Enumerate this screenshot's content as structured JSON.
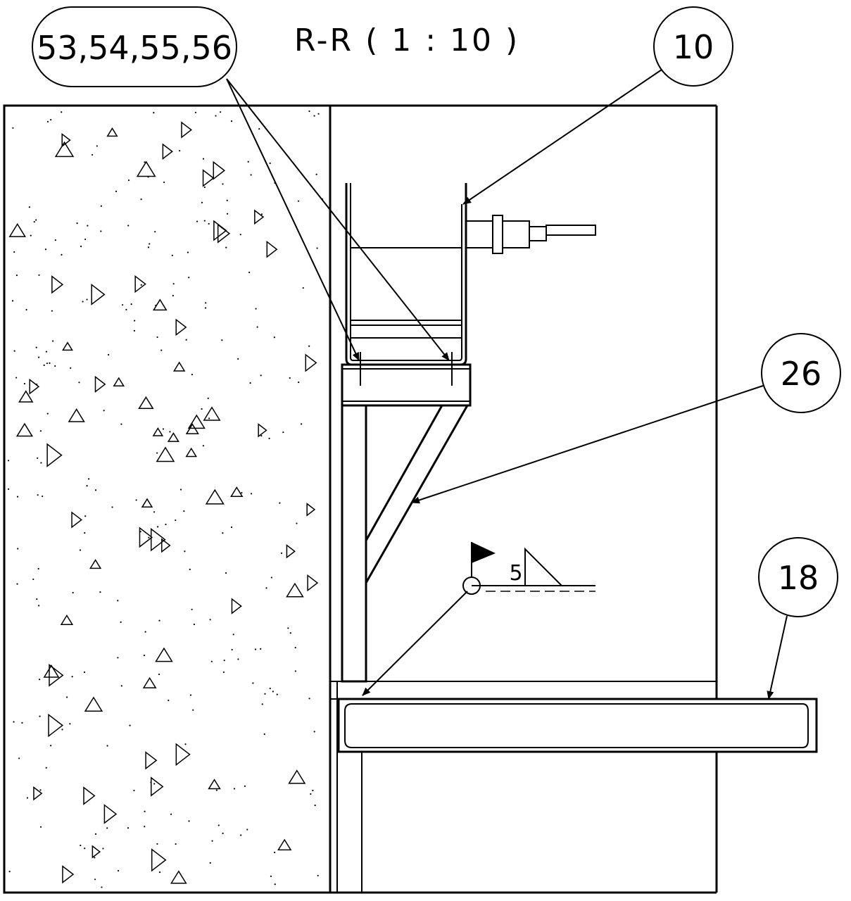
{
  "title": "R-R ( 1 : 10 )",
  "callouts": {
    "group": "53,54,55,56",
    "item_10": "10",
    "item_26": "26",
    "item_18": "18"
  },
  "weld_symbol": {
    "size": "5"
  }
}
